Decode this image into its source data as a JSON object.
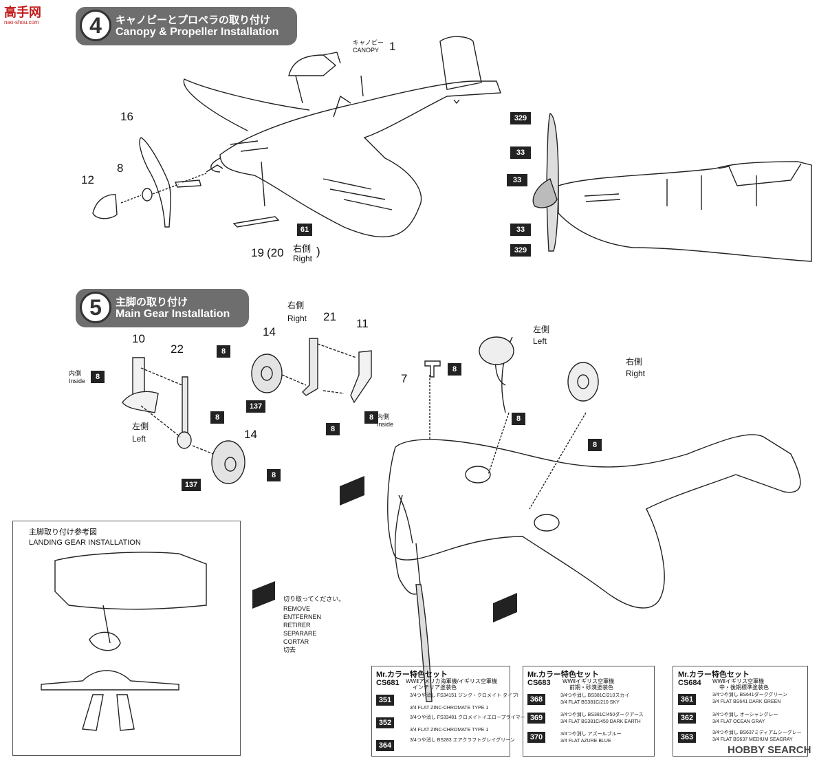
{
  "site_logo": {
    "chars": "高手网",
    "url": "nao-shou.com"
  },
  "step4": {
    "number": "4",
    "title_jp": "キャノピーとプロペラの取り付け",
    "title_en": "Canopy & Propeller Installation",
    "parts": {
      "p1": "1",
      "p16": "16",
      "p8": "8",
      "p12": "12"
    },
    "canopy_label_jp": "キャノピー",
    "canopy_label_en": "CANOPY",
    "part19": "19",
    "part20_prefix": "(20",
    "part20_side_jp": "右側",
    "part20_suffix": ")",
    "part20_side_en": "Right",
    "color61": "61",
    "prop_colors": [
      "329",
      "33",
      "33",
      "33",
      "329"
    ]
  },
  "step5": {
    "number": "5",
    "title_jp": "主脚の取り付け",
    "title_en": "Main Gear Installation",
    "parts": {
      "p10": "10",
      "p22": "22",
      "p14a": "14",
      "p21": "21",
      "p11": "11",
      "p14b": "14",
      "p7": "7"
    },
    "inside_jp": "内側",
    "inside_en": "Inside",
    "left_jp": "左側",
    "left_en": "Left",
    "right_jp": "右側",
    "right_en": "Right",
    "colors": {
      "c8": "8",
      "c137": "137"
    }
  },
  "reference": {
    "title_jp": "主脚取り付け参考図",
    "title_en": "LANDING GEAR INSTALLATION"
  },
  "remove_note": {
    "jp": "切り取ってください。",
    "lines": [
      "REMOVE",
      "ENTFERNEN",
      "RETIRER",
      "SEPARARE",
      "CORTAR",
      "切去"
    ]
  },
  "color_sets": [
    {
      "title": "Mr.カラー特色セット",
      "code": "CS681",
      "subtitle": [
        "WWⅡアメリカ海軍機/イギリス空軍機",
        "インテリア塗装色"
      ],
      "items": [
        {
          "num": "351",
          "jp": "3/4つや消し FS34151 ジンク・クロメイト タイプI",
          "en": "3/4 FLAT ZINC-CHROMATE TYPE 1"
        },
        {
          "num": "352",
          "jp": "3/4つや消し FS33481 クロメイトイエロープライマー",
          "en": "3/4 FLAT ZINC-CHROMATE TYPE 1"
        },
        {
          "num": "364",
          "jp": "3/4つや消し BS283 エアクラフトグレイグリーン",
          "en": ""
        }
      ]
    },
    {
      "title": "Mr.カラー特色セット",
      "code": "CS683",
      "subtitle": [
        "WWⅡイギリス空軍機",
        "前期・砂漠塗装色"
      ],
      "items": [
        {
          "num": "368",
          "jp": "3/4つや消し BS381C/210スカイ",
          "en": "3/4 FLAT BS381C/210 SKY"
        },
        {
          "num": "369",
          "jp": "3/4つや消し BS381C/450ダークアース",
          "en": "3/4 FLAT BS381C/450 DARK EARTH"
        },
        {
          "num": "370",
          "jp": "3/4つや消し アズールブルー",
          "en": "3/4 FLAT AZURE BLUE"
        }
      ]
    },
    {
      "title": "Mr.カラー特色セット",
      "code": "CS684",
      "subtitle": [
        "WWⅡイギリス空軍機",
        "中・後期標準塗装色"
      ],
      "items": [
        {
          "num": "361",
          "jp": "3/4つや消し BS641ダークグリーン",
          "en": "3/4 FLAT BS641 DARK GREEN"
        },
        {
          "num": "362",
          "jp": "3/4つや消し オーシャングレー",
          "en": "3/4 FLAT OCEAN GRAY"
        },
        {
          "num": "363",
          "jp": "3/4つや消し BS637ミディアムシーグレー",
          "en": "3/4 FLAT BS637 MEDIUM SEAGRAY"
        }
      ]
    }
  ],
  "watermark": "HOBBY SEARCH"
}
